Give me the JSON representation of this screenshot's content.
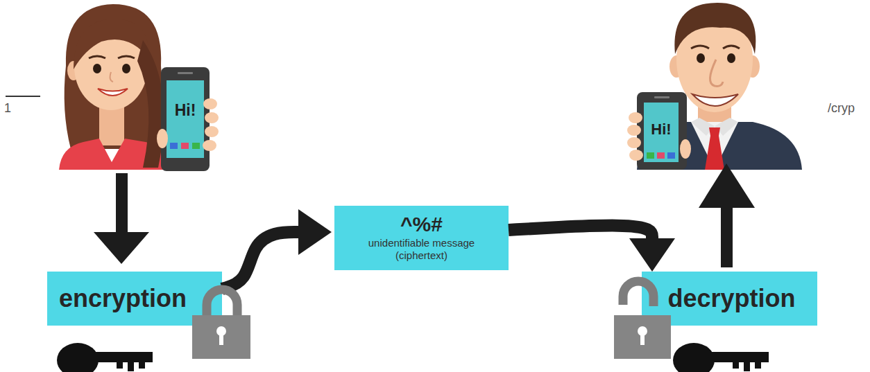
{
  "diagram": {
    "nodes": [
      {
        "text": [
          "Hi!"
        ]
      },
      {
        "text": [
          "encryption"
        ]
      },
      {
        "text": [
          "^%#",
          "unidentifiable message (ciphertext)"
        ]
      },
      {
        "text": [
          "decryption"
        ]
      },
      {
        "text": [
          "Hi!"
        ]
      }
    ],
    "edges": [
      {
        "from": 1,
        "to": 2,
        "arrow": "to"
      },
      {
        "from": 2,
        "to": 3,
        "arrow": "to"
      }
    ],
    "labels": [
      "1",
      "/cryp"
    ]
  }
}
